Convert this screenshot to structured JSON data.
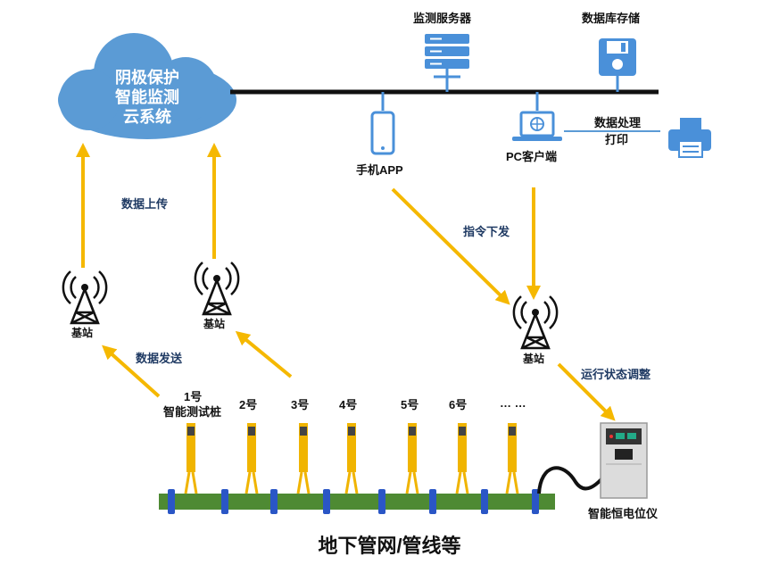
{
  "cloud": {
    "line1": "阴极保护",
    "line2": "智能监测",
    "line3": "云系统"
  },
  "server": {
    "label": "监测服务器"
  },
  "database": {
    "label": "数据库存储"
  },
  "phone": {
    "label": "手机APP"
  },
  "pc": {
    "label": "PC客户端"
  },
  "printer": {
    "label_line1": "数据处理",
    "label_line2": "打印"
  },
  "flows": {
    "upload": "数据上传",
    "send": "数据发送",
    "command": "指令下发",
    "adjust": "运行状态调整"
  },
  "stations": {
    "left": "基站",
    "middle": "基站",
    "right": "基站"
  },
  "piles": {
    "labels": [
      "1号",
      "2号",
      "3号",
      "4号",
      "5号",
      "6号",
      "… …"
    ],
    "first_sub": "智能测试桩"
  },
  "potentiostat": {
    "label": "智能恒电位仪"
  },
  "pipeline": {
    "title": "地下管网/管线等"
  },
  "colors": {
    "arrow": "#f5b800",
    "cloud": "#5b9bd5",
    "icon": "#4a90d9",
    "pipe": "#4e8a33",
    "pile": "#f0b400"
  }
}
